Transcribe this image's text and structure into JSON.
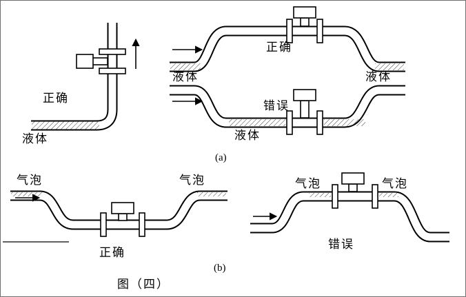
{
  "figure": {
    "caption": "图（四）",
    "colors": {
      "line": "#000000",
      "background": "#ffffff",
      "border": "#6e6e6e"
    },
    "section_a": {
      "caption": "(a)",
      "vertical_install": {
        "correct_label": "正确",
        "liquid_label": "液体"
      },
      "raised_run": {
        "correct_label": "正确",
        "liquid_left_label": "液体",
        "liquid_right_label": "液体"
      },
      "lowered_run": {
        "wrong_label": "错误",
        "liquid_label": "液体"
      }
    },
    "section_b": {
      "caption": "(b)",
      "low_meter": {
        "bubble_left_label": "气泡",
        "bubble_right_label": "气泡",
        "correct_label": "正确"
      },
      "high_meter": {
        "bubble_left_label": "气泡",
        "bubble_right_label": "气泡",
        "wrong_label": "错误"
      }
    }
  }
}
